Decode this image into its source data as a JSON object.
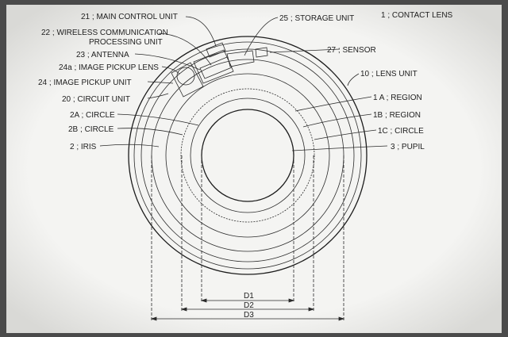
{
  "labels": {
    "contact_lens": "1 ; CONTACT LENS",
    "main_control_unit": "21 ; MAIN CONTROL UNIT",
    "wireless_comm_line1": "22 ; WIRELESS COMMUNICATION",
    "wireless_comm_line2": "PROCESSING UNIT",
    "antenna": "23 ; ANTENNA",
    "image_pickup_lens": "24a ; IMAGE PICKUP LENS",
    "image_pickup_unit": "24 ; IMAGE PICKUP UNIT",
    "circuit_unit": "20 ; CIRCUIT UNIT",
    "circle_2a": "2A ; CIRCLE",
    "circle_2b": "2B ; CIRCLE",
    "iris": "2 ; IRIS",
    "storage_unit": "25 ; STORAGE UNIT",
    "sensor": "27 ; SENSOR",
    "lens_unit": "10 ; LENS UNIT",
    "region_1a": "1 A ; REGION",
    "region_1b": "1B ; REGION",
    "circle_1c": "1C ; CIRCLE",
    "pupil": "3 ; PUPIL"
  },
  "dimensions": {
    "d1": "D1",
    "d2": "D2",
    "d3": "D3"
  },
  "colors": {
    "paper": "#f4f4f2",
    "stipple": "#bdbdbd",
    "band": "#8e8e8e"
  }
}
